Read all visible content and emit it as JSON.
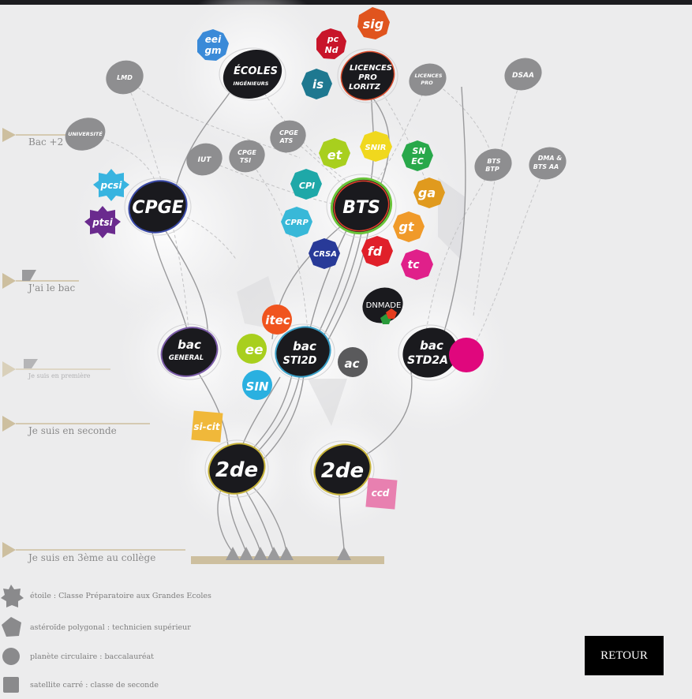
{
  "levels": [
    {
      "id": "bac2",
      "label": "Bac +2"
    },
    {
      "id": "bac",
      "label": "J'ai le bac"
    },
    {
      "id": "premiere",
      "label": "Je suis en première"
    },
    {
      "id": "seconde",
      "label": "Je suis en seconde"
    },
    {
      "id": "troisieme",
      "label": "Je suis en 3ème au collège"
    }
  ],
  "nodes": {
    "ecoles": {
      "line1": "ÉCOLES",
      "line2": "INGÉNIEURS"
    },
    "licences": {
      "line1": "LICENCES",
      "line2": "PRO",
      "line3": "LORITZ"
    },
    "lmd": "LMD",
    "universite": "UNIVERSITÉ",
    "licences_pro": {
      "line1": "LICENCES",
      "line2": "PRO"
    },
    "dsaa": "DSAA",
    "iut": "IUT",
    "cpge_tsi": {
      "line1": "CPGE",
      "line2": "TSI"
    },
    "cpge_ats": {
      "line1": "CPGE",
      "line2": "ATS"
    },
    "bts_btp": {
      "line1": "BTS",
      "line2": "BTP"
    },
    "dma": {
      "line1": "DMA &",
      "line2": "BTS AA"
    },
    "cpge": "CPGE",
    "bts": "BTS",
    "dnmade": "DNMADE",
    "bac_general": {
      "line1": "bac",
      "line2": "GENERAL"
    },
    "bac_sti2d": {
      "line1": "bac",
      "line2": "STI2D"
    },
    "bac_std2a": {
      "line1": "bac",
      "line2": "STD2A"
    },
    "seconde_1": "2de",
    "seconde_2": "2de"
  },
  "badges": {
    "eei_gm": {
      "line1": "eei",
      "line2": "gm"
    },
    "pc_nd": {
      "line1": "pc",
      "line2": "Nd"
    },
    "sig": "sig",
    "is": "is",
    "et": "et",
    "snir": "SNIR",
    "snec": {
      "line1": "SN",
      "line2": "EC"
    },
    "pcsi": "pcsi",
    "ptsi": "ptsi",
    "cpi": "CPI",
    "ga": "ga",
    "cprp": "CPRP",
    "gt": "gt",
    "crsa": "CRSA",
    "fd": "fd",
    "tc": "tc",
    "itec": "itec",
    "ee": "ee",
    "sin": "SIN",
    "ac": "ac",
    "sicit": "si-cit",
    "ccd": "ccd"
  },
  "legend": [
    {
      "shape": "star",
      "text": "étoile : Classe Préparatoire aux Grandes Ecoles"
    },
    {
      "shape": "pentagon",
      "text": "astéroïde polygonal : technicien supérieur"
    },
    {
      "shape": "circle",
      "text": "planète circulaire : baccalauréat"
    },
    {
      "shape": "square",
      "text": "satellite carré : classe de seconde"
    }
  ],
  "retour_label": "RETOUR",
  "colors": {
    "background": "#ececed",
    "node_dark": "#1a1a1e",
    "node_grey": "#8e8e90",
    "ground": "#cdbf9f",
    "std2a_planet": "#e0077d",
    "label_text": "#8a8a8a"
  }
}
